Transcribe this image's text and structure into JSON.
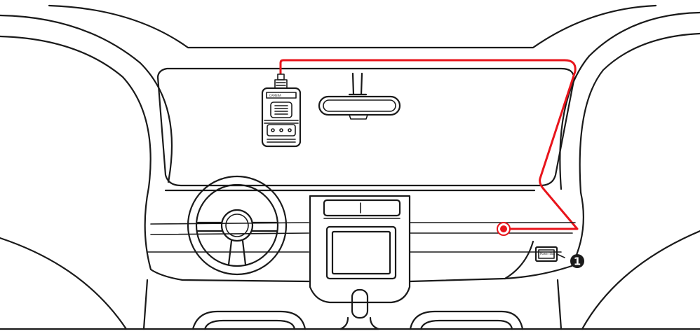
{
  "diagram": {
    "callouts": [
      {
        "id": "1",
        "label": "1",
        "target": "fuse-box-socket"
      }
    ],
    "socket_label": "Power Slot",
    "colors": {
      "cable": "#e8141b",
      "line": "#1a1a1a",
      "background": "#ffffff"
    },
    "icons": [
      "dash-camera-icon",
      "rearview-mirror-icon",
      "steering-wheel-icon",
      "cable-entry-marker",
      "fuse-box-icon",
      "gear-shifter-icon"
    ]
  }
}
